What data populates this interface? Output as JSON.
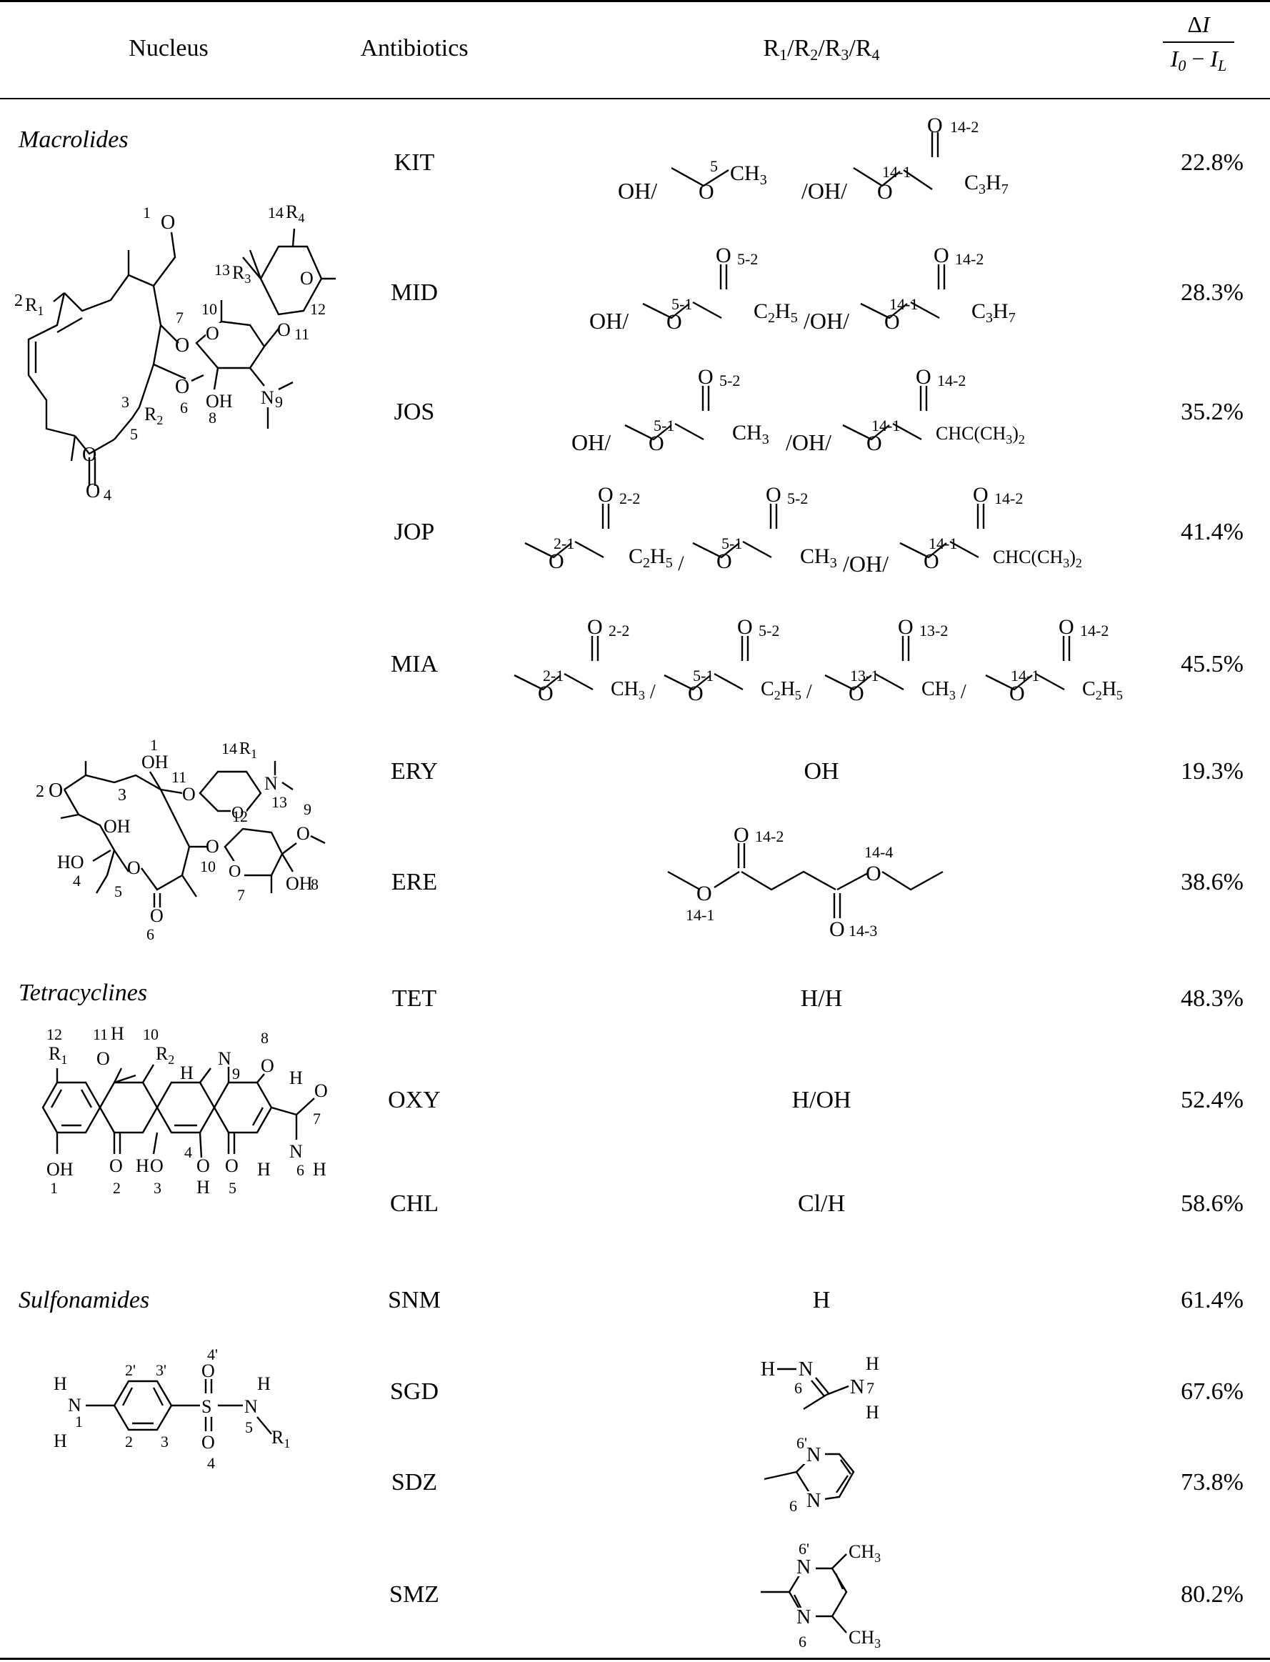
{
  "header": {
    "nucleus": "Nucleus",
    "antibiotics": "Antibiotics",
    "r_groups": "R1/R2/R3/R4",
    "ratio_numerator": "ΔI",
    "ratio_denominator": "I0 − IL"
  },
  "groups": {
    "macrolides": "Macrolides",
    "tetracyclines": "Tetracyclines",
    "sulfonamides": "Sulfonamides"
  },
  "rows": [
    {
      "antibiotic": "KIT",
      "substituent": "OH/OMe/OH/butyryloxy",
      "value": "22.8%"
    },
    {
      "antibiotic": "MID",
      "substituent": "OH/propionyloxy/OH/butyryloxy",
      "value": "28.3%"
    },
    {
      "antibiotic": "JOS",
      "substituent": "OH/acetoxy/OH/isovaleryloxy",
      "value": "35.2%"
    },
    {
      "antibiotic": "JOP",
      "substituent": "propionyloxy/acetoxy/OH/isovaleryloxy",
      "value": "41.4%"
    },
    {
      "antibiotic": "MIA",
      "substituent": "acetoxy/propionyloxy/acetoxy/propionyloxy",
      "value": "45.5%"
    },
    {
      "antibiotic": "ERY",
      "substituent": "OH",
      "value": "19.3%"
    },
    {
      "antibiotic": "ERE",
      "substituent": "ethylsuccinate",
      "value": "38.6%"
    },
    {
      "antibiotic": "TET",
      "substituent": "H/H",
      "value": "48.3%"
    },
    {
      "antibiotic": "OXY",
      "substituent": "H/OH",
      "value": "52.4%"
    },
    {
      "antibiotic": "CHL",
      "substituent": "Cl/H",
      "value": "58.6%"
    },
    {
      "antibiotic": "SNM",
      "substituent": "H",
      "value": "61.4%"
    },
    {
      "antibiotic": "SGD",
      "substituent": "acetamidine",
      "value": "67.6%"
    },
    {
      "antibiotic": "SDZ",
      "substituent": "pyrimidinyl",
      "value": "73.8%"
    },
    {
      "antibiotic": "SMZ",
      "substituent": "dimethylpyrimidinyl",
      "value": "80.2%"
    }
  ],
  "substituent_text": {
    "ery": "OH",
    "tet": "H/H",
    "oxy": "H/OH",
    "chl": "Cl/H",
    "snm": "H"
  }
}
